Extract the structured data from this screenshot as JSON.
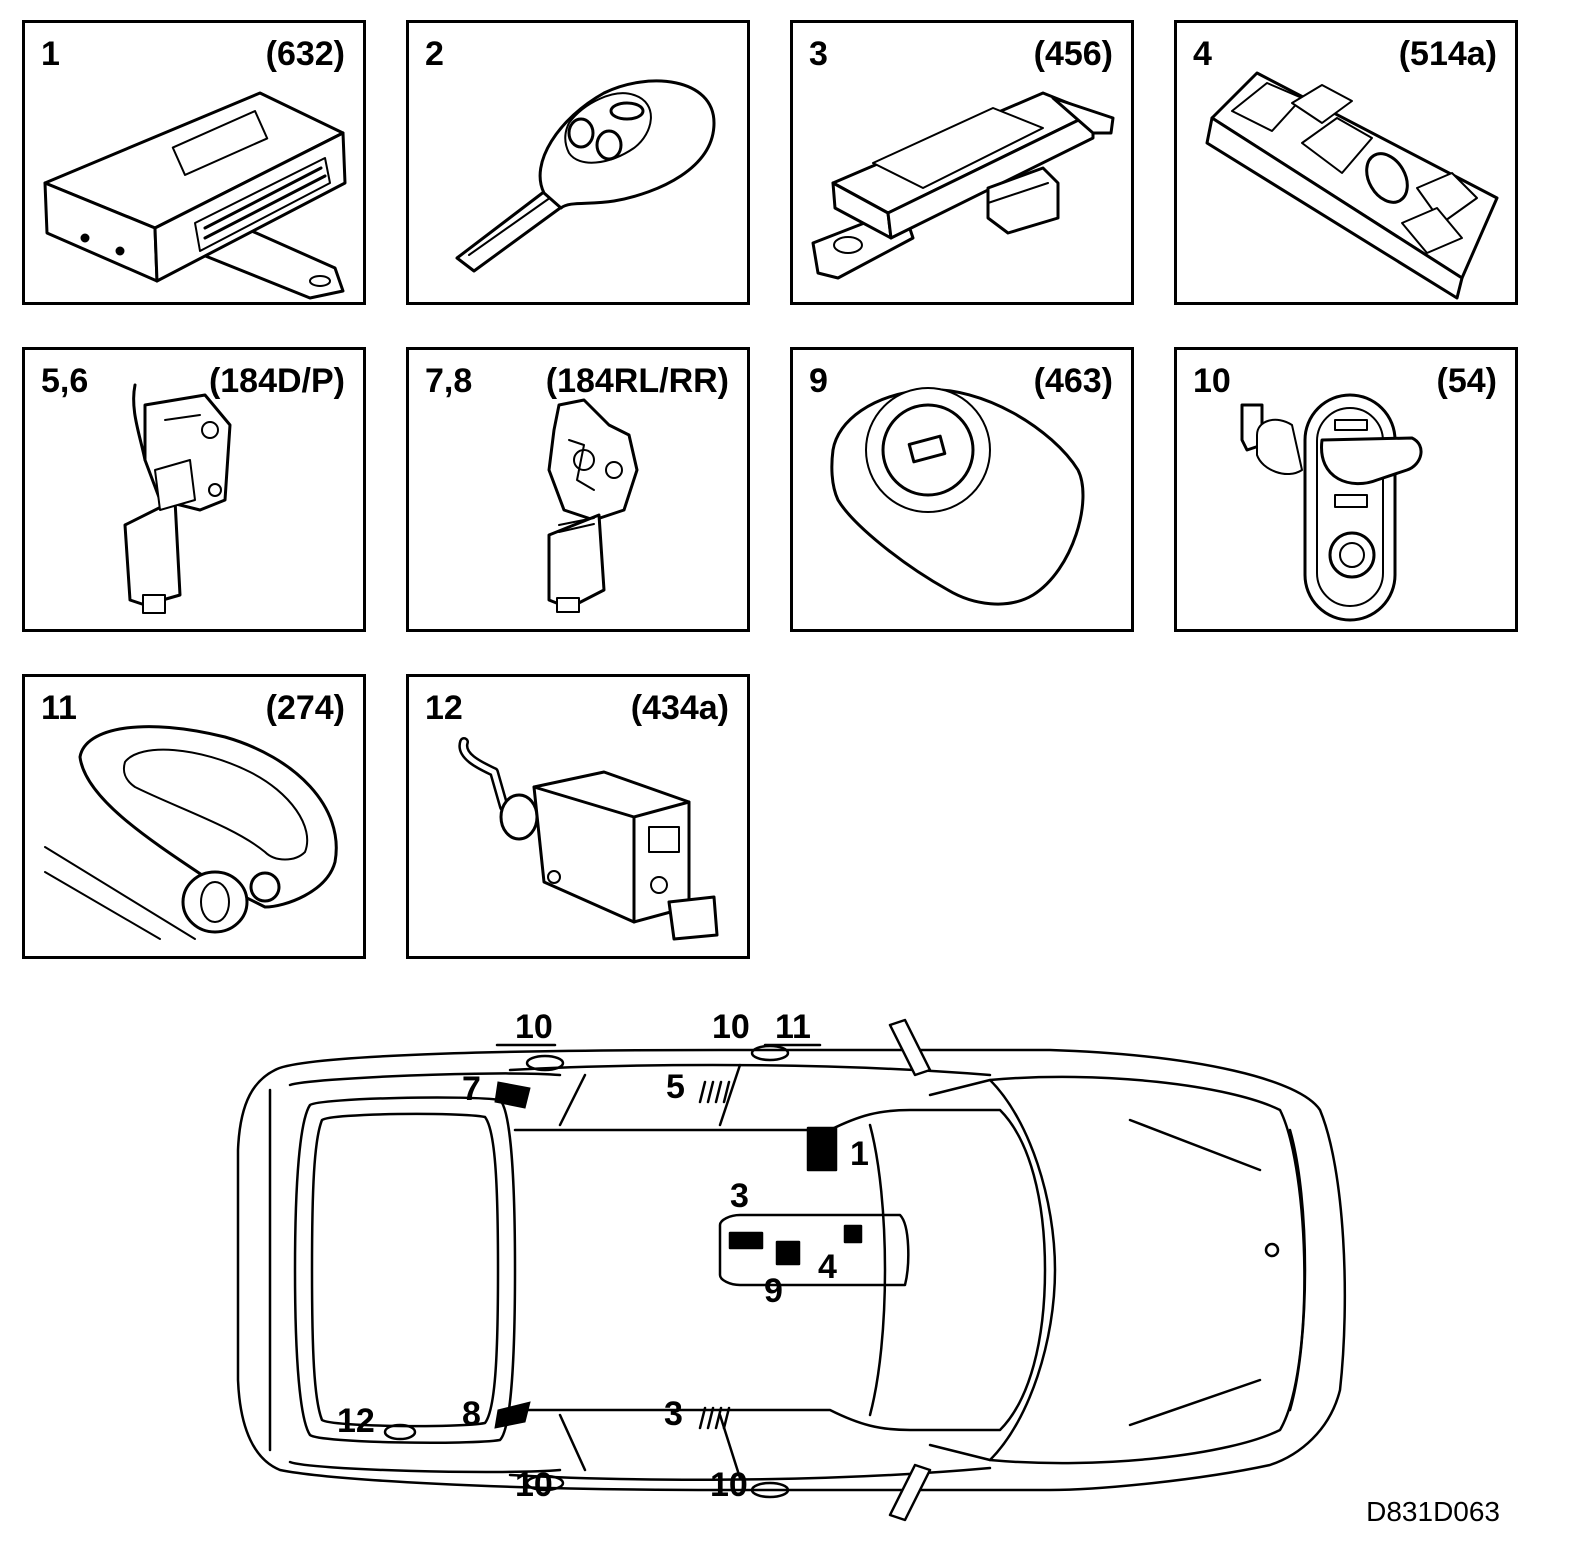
{
  "panels": [
    {
      "num": "1",
      "code": "(632)",
      "icon": "control-module"
    },
    {
      "num": "2",
      "code": "",
      "icon": "remote-key"
    },
    {
      "num": "3",
      "code": "(456)",
      "icon": "antenna-module"
    },
    {
      "num": "4",
      "code": "(514a)",
      "icon": "window-switch-panel"
    },
    {
      "num": "5,6",
      "code": "(184D/P)",
      "icon": "front-door-lock-motor"
    },
    {
      "num": "7,8",
      "code": "(184RL/RR)",
      "icon": "rear-door-lock-motor"
    },
    {
      "num": "9",
      "code": "(463)",
      "icon": "ignition-switch"
    },
    {
      "num": "10",
      "code": "(54)",
      "icon": "door-switch"
    },
    {
      "num": "11",
      "code": "(274)",
      "icon": "door-handle-lock"
    },
    {
      "num": "12",
      "code": "(434a)",
      "icon": "tank-flap-actuator"
    }
  ],
  "car_labels": {
    "top_10_a": "10",
    "top_10_b": "10",
    "top_11": "11",
    "l7": "7",
    "l5": "5",
    "l1": "1",
    "l3_center": "3",
    "l4": "4",
    "l9": "9",
    "l12": "12",
    "l8": "8",
    "l3_side": "3",
    "bottom_10_a": "10",
    "bottom_10_b": "10"
  },
  "reference": "D831D063"
}
